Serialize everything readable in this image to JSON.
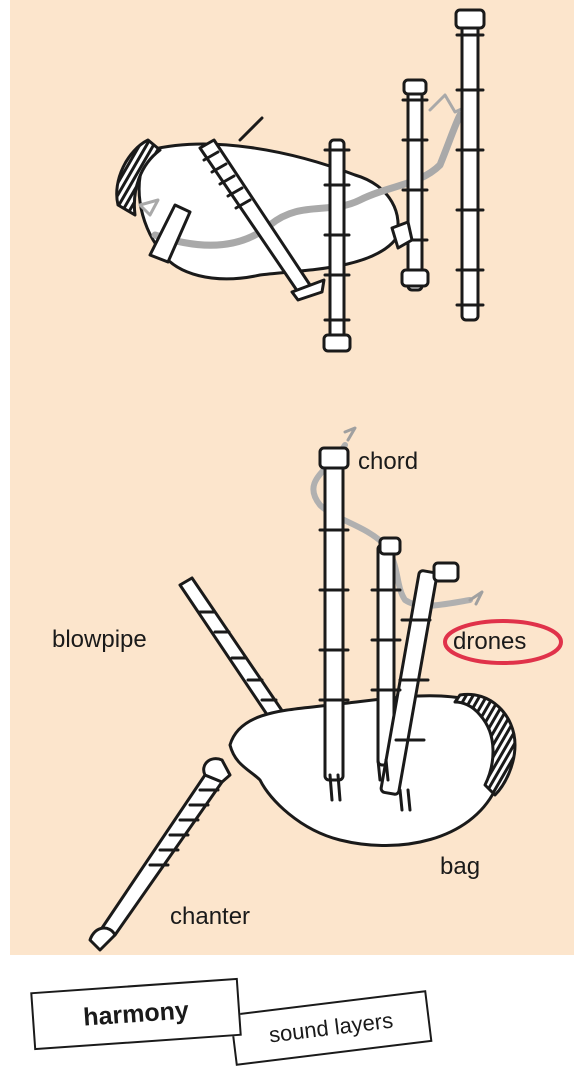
{
  "labels": {
    "chord": "chord",
    "blowpipe": "blowpipe",
    "drones": "drones",
    "bag": "bag",
    "chanter": "chanter"
  },
  "cards": {
    "harmony": "harmony",
    "sound_layers": "sound layers"
  },
  "colors": {
    "panel_background": "#fce5cc",
    "highlight_oval": "#e0324a",
    "cord_grey": "#b0b0b0",
    "ink": "#1a1a1a"
  }
}
